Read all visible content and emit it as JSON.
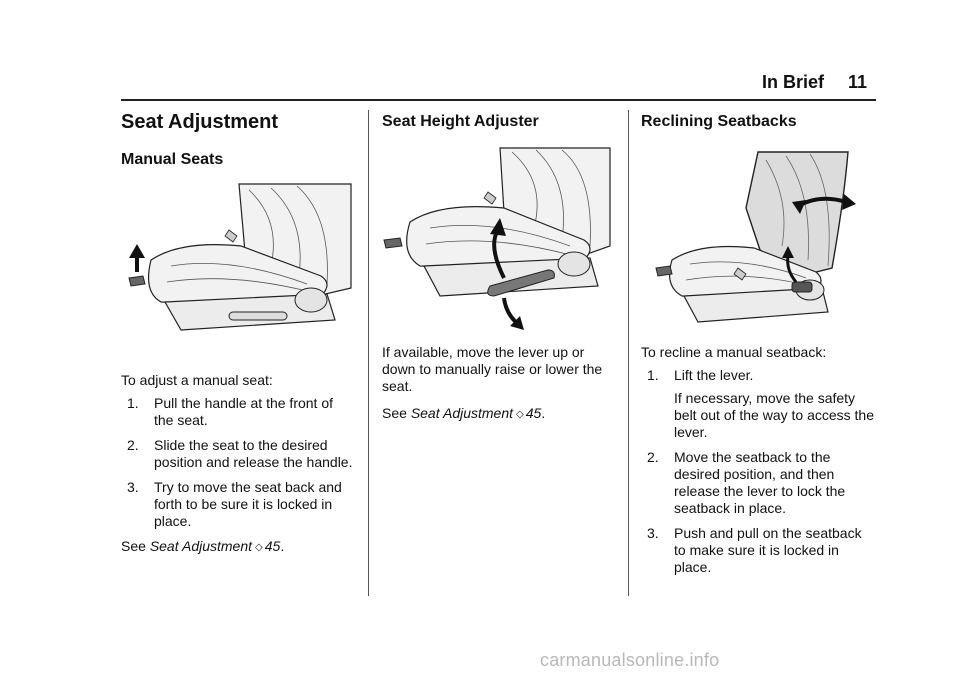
{
  "header": {
    "section": "In Brief",
    "page_number": "11"
  },
  "col1": {
    "title": "Seat Adjustment",
    "subtitle": "Manual Seats",
    "intro": "To adjust a manual seat:",
    "steps": [
      {
        "num": "1.",
        "text": "Pull the handle at the front of the seat."
      },
      {
        "num": "2.",
        "text": "Slide the seat to the desired position and release the handle."
      },
      {
        "num": "3.",
        "text": "Try to move the seat back and forth to be sure it is locked in place."
      }
    ],
    "see": {
      "prefix": "See",
      "link": "Seat Adjustment",
      "page": "45",
      "suffix": "."
    }
  },
  "col2": {
    "heading": "Seat Height Adjuster",
    "body": "If available, move the lever up or down to manually raise or lower the seat.",
    "see": {
      "prefix": "See",
      "link": "Seat Adjustment",
      "page": "45",
      "suffix": "."
    }
  },
  "col3": {
    "heading": "Reclining Seatbacks",
    "intro": "To recline a manual seatback:",
    "steps": [
      {
        "num": "1.",
        "text": "Lift the lever.",
        "note": "If necessary, move the safety belt out of the way to access the lever."
      },
      {
        "num": "2.",
        "text": "Move the seatback to the desired position, and then release the lever to lock the seatback in place."
      },
      {
        "num": "3.",
        "text": "Push and pull on the seatback to make sure it is locked in place."
      }
    ]
  },
  "watermark": "carmanualsonline.info",
  "colors": {
    "text": "#111111",
    "rule": "#222222",
    "watermark": "#b8b8b8",
    "seat_fill": "#f2f2f2",
    "arrow": "#111111"
  }
}
